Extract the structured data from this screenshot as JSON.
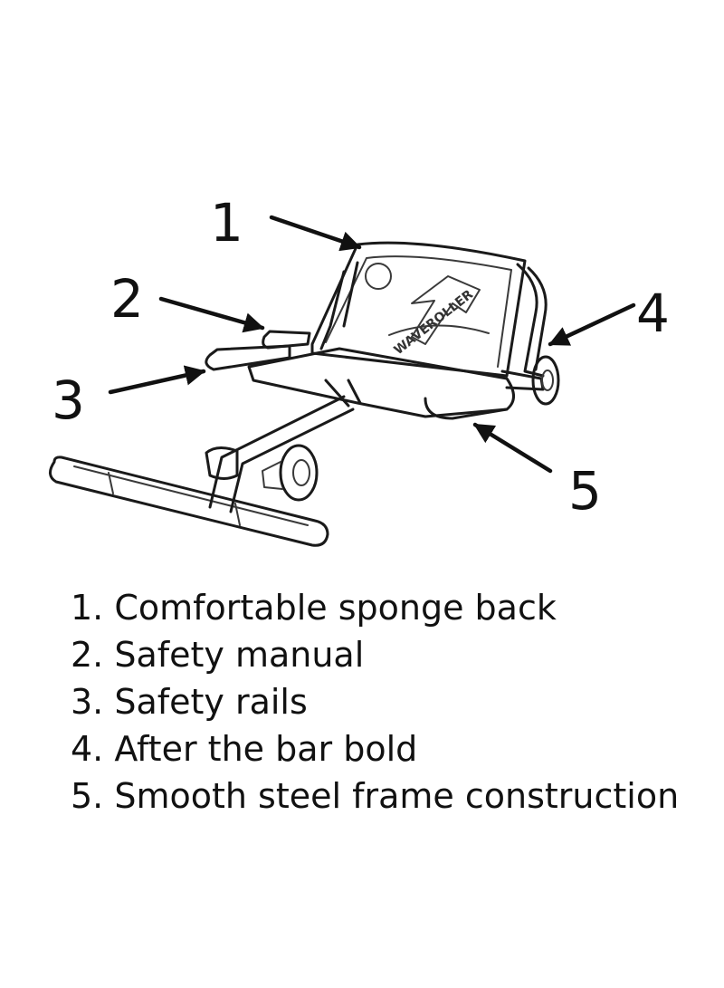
{
  "callouts": [
    {
      "number": "1",
      "text": "Comfortable sponge back"
    },
    {
      "number": "2",
      "text": "Safety manual"
    },
    {
      "number": "3",
      "text": "Safety rails"
    },
    {
      "number": "4",
      "text": "After the bar bold"
    },
    {
      "number": "5",
      "text": "Smooth steel frame construction"
    }
  ],
  "legend": [
    "1. Comfortable sponge back",
    "2. Safety manual",
    "3. Safety rails",
    "4. After the bar bold",
    "5. Smooth steel frame construction"
  ],
  "seat_print": "WAVEROLLER",
  "colors": {
    "ink": "#111111",
    "background": "#ffffff"
  }
}
